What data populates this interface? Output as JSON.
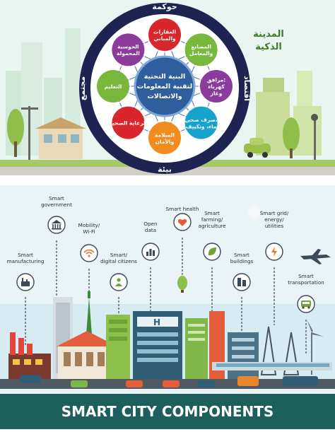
{
  "top_panel": {
    "ring_labels": {
      "top": "حوكمة",
      "right": "اقتصاد",
      "bottom": "بيئة",
      "left": "مجتمع"
    },
    "center": {
      "lines": [
        "البنية التحتية",
        "لتقنية المعلومات",
        "والاتصالات"
      ]
    },
    "nodes": [
      {
        "lines": [
          "العقارات",
          "والمباني"
        ],
        "color": "#d9262c"
      },
      {
        "lines": [
          "المصانع",
          "والمعامل"
        ],
        "color": "#79b83c"
      },
      {
        "lines": [
          "مرافق:",
          "كهرباء",
          "وغاز"
        ],
        "color": "#8a3b9c"
      },
      {
        "lines": [
          "صرف صحي،",
          "ماء، وتكييف"
        ],
        "color": "#18a3cf"
      },
      {
        "lines": [
          "السلامة",
          "والأمان"
        ],
        "color": "#f28b1e"
      },
      {
        "lines": [
          "الرعاية الصحية"
        ],
        "color": "#d9262c"
      },
      {
        "lines": [
          "التعليم"
        ],
        "color": "#79b83c"
      },
      {
        "lines": [
          "الحوسبة",
          "المحمولة"
        ],
        "color": "#8a3b9c"
      }
    ],
    "side_caption": {
      "lines": [
        "المدينة",
        "الذكية"
      ]
    }
  },
  "bottom_panel": {
    "components": [
      {
        "id": "manufacturing",
        "lines": [
          "Smart",
          "manufacturing"
        ],
        "icon": "factory-icon"
      },
      {
        "id": "government",
        "lines": [
          "Smart",
          "government"
        ],
        "icon": "government-building-icon"
      },
      {
        "id": "mobility",
        "lines": [
          "Mobility/",
          "Wi-Fi"
        ],
        "icon": "wifi-icon"
      },
      {
        "id": "digital-citizens",
        "lines": [
          "Smart/",
          "digital citizens"
        ],
        "icon": "person-icon"
      },
      {
        "id": "open-data",
        "lines": [
          "Open",
          "data"
        ],
        "icon": "chart-icon"
      },
      {
        "id": "health",
        "lines": [
          "Smart health"
        ],
        "icon": "heart-icon"
      },
      {
        "id": "farming",
        "lines": [
          "Smart",
          "farming/",
          "agriculture"
        ],
        "icon": "leaf-icon"
      },
      {
        "id": "buildings",
        "lines": [
          "Smart",
          "buildings"
        ],
        "icon": "building-icon"
      },
      {
        "id": "grid",
        "lines": [
          "Smart grid/",
          "energy/",
          "utilities"
        ],
        "icon": "plug-icon"
      },
      {
        "id": "transportation",
        "lines": [
          "Smart",
          "transportation"
        ],
        "icon": "bus-icon"
      }
    ],
    "banner": "SMART CITY COMPONENTS"
  },
  "colors": {
    "ring": "#1e2352",
    "hub": "#2f5e9e",
    "banner_bg": "#1d5f5c",
    "teal": "#2d7c78",
    "sky": "#d7ecf2"
  }
}
